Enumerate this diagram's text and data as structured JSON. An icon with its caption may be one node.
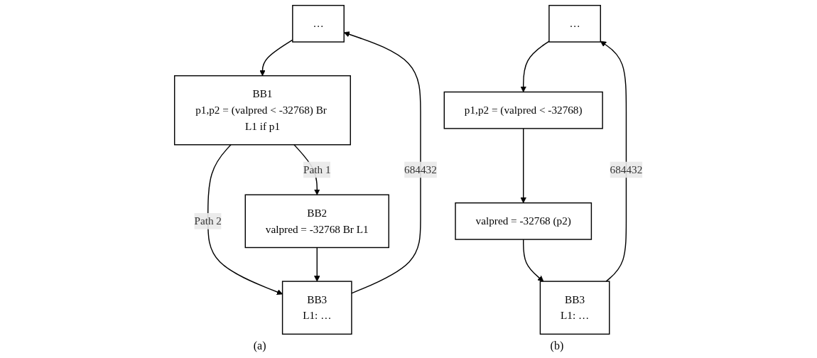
{
  "diagram": {
    "nodes": [
      {
        "text": [
          "…"
        ]
      },
      {
        "text": [
          "BB1",
          "p1,p2 = (valpred < -32768) Br L1 if p1"
        ]
      },
      {
        "text": [
          "BB2",
          "valpred = -32768 Br L1"
        ]
      },
      {
        "text": [
          "BB3",
          "L1: …"
        ]
      },
      {
        "text": [
          "…"
        ]
      },
      {
        "text": [
          "p1,p2 = (valpred < -32768)"
        ]
      },
      {
        "text": [
          "valpred = -32768 (p2)"
        ]
      },
      {
        "text": [
          "BB3",
          "L1: …"
        ]
      }
    ],
    "edges": [
      {
        "from": 0,
        "to": 1,
        "arrow": "to"
      },
      {
        "from": 1,
        "to": 2,
        "arrow": "to",
        "label": "Path 1"
      },
      {
        "from": 1,
        "to": 3,
        "arrow": "to",
        "label": "Path 2"
      },
      {
        "from": 2,
        "to": 3,
        "arrow": "to"
      },
      {
        "from": 3,
        "to": 0,
        "arrow": "to",
        "label": "684432"
      },
      {
        "from": 4,
        "to": 5,
        "arrow": "to"
      },
      {
        "from": 5,
        "to": 6,
        "arrow": "to"
      },
      {
        "from": 6,
        "to": 7,
        "arrow": "to"
      },
      {
        "from": 7,
        "to": 4,
        "arrow": "to",
        "label": "684432"
      }
    ],
    "labels": [
      "(a)",
      "(b)"
    ]
  }
}
